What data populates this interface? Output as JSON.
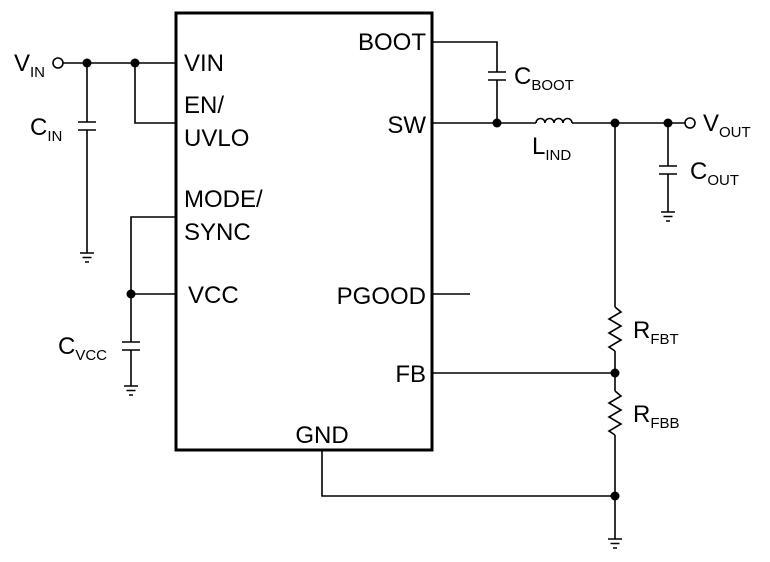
{
  "ic": {
    "pins": {
      "vin": "VIN",
      "en_line1": "EN/",
      "en_line2": "UVLO",
      "mode_line1": "MODE/",
      "mode_line2": "SYNC",
      "vcc": "VCC",
      "boot": "BOOT",
      "sw": "SW",
      "pgood": "PGOOD",
      "fb": "FB",
      "gnd": "GND"
    }
  },
  "components": {
    "vin_terminal": {
      "main": "V",
      "sub": "IN"
    },
    "vout_terminal": {
      "main": "V",
      "sub": "OUT"
    },
    "c_in": {
      "main": "C",
      "sub": "IN"
    },
    "c_vcc": {
      "main": "C",
      "sub": "VCC"
    },
    "c_boot": {
      "main": "C",
      "sub": "BOOT"
    },
    "l_ind": {
      "main": "L",
      "sub": "IND"
    },
    "c_out": {
      "main": "C",
      "sub": "OUT"
    },
    "r_fbt": {
      "main": "R",
      "sub": "FBT"
    },
    "r_fbb": {
      "main": "R",
      "sub": "FBB"
    }
  }
}
